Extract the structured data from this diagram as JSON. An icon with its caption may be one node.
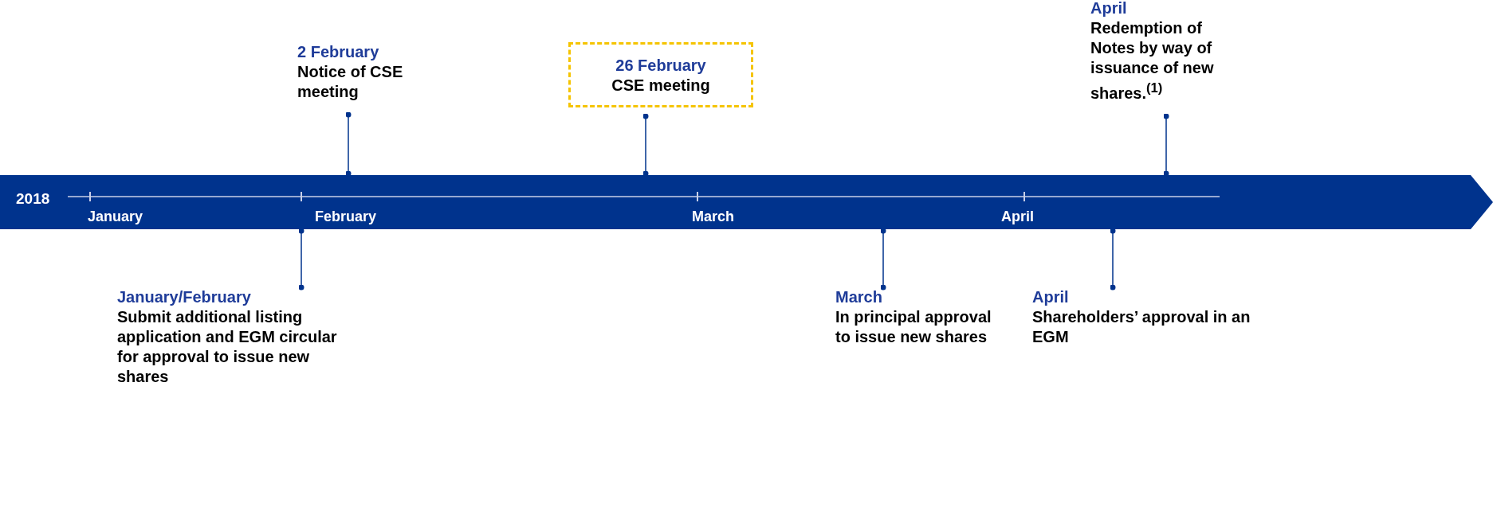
{
  "diagram": {
    "nodes": [
      {
        "text": [
          "2018",
          "January",
          "February",
          "March",
          "April"
        ]
      },
      {
        "text": [
          "2 February",
          "Notice of CSE meeting"
        ]
      },
      {
        "text": [
          "26 February",
          "CSE meeting"
        ]
      },
      {
        "text": [
          "April",
          "Redemption of Notes by way of issuance of new shares.$^{(1)}$"
        ]
      },
      {
        "text": [
          "January/February",
          "Submit additional listing application and EGM circular for approval to issue new shares"
        ]
      },
      {
        "text": [
          "March",
          "In principal approval to issue new shares"
        ]
      },
      {
        "text": [
          "April",
          "Shareholders’ approval in an EGM"
        ]
      }
    ],
    "edges": [
      {
        "from": 1,
        "to": 0,
        "arrow": "other"
      },
      {
        "from": 2,
        "to": 0,
        "arrow": "other"
      },
      {
        "from": 3,
        "to": 0,
        "arrow": "other"
      },
      {
        "from": 4,
        "to": 0,
        "arrow": "other"
      },
      {
        "from": 5,
        "to": 0,
        "arrow": "other"
      },
      {
        "from": 6,
        "to": 0,
        "arrow": "other"
      }
    ]
  }
}
